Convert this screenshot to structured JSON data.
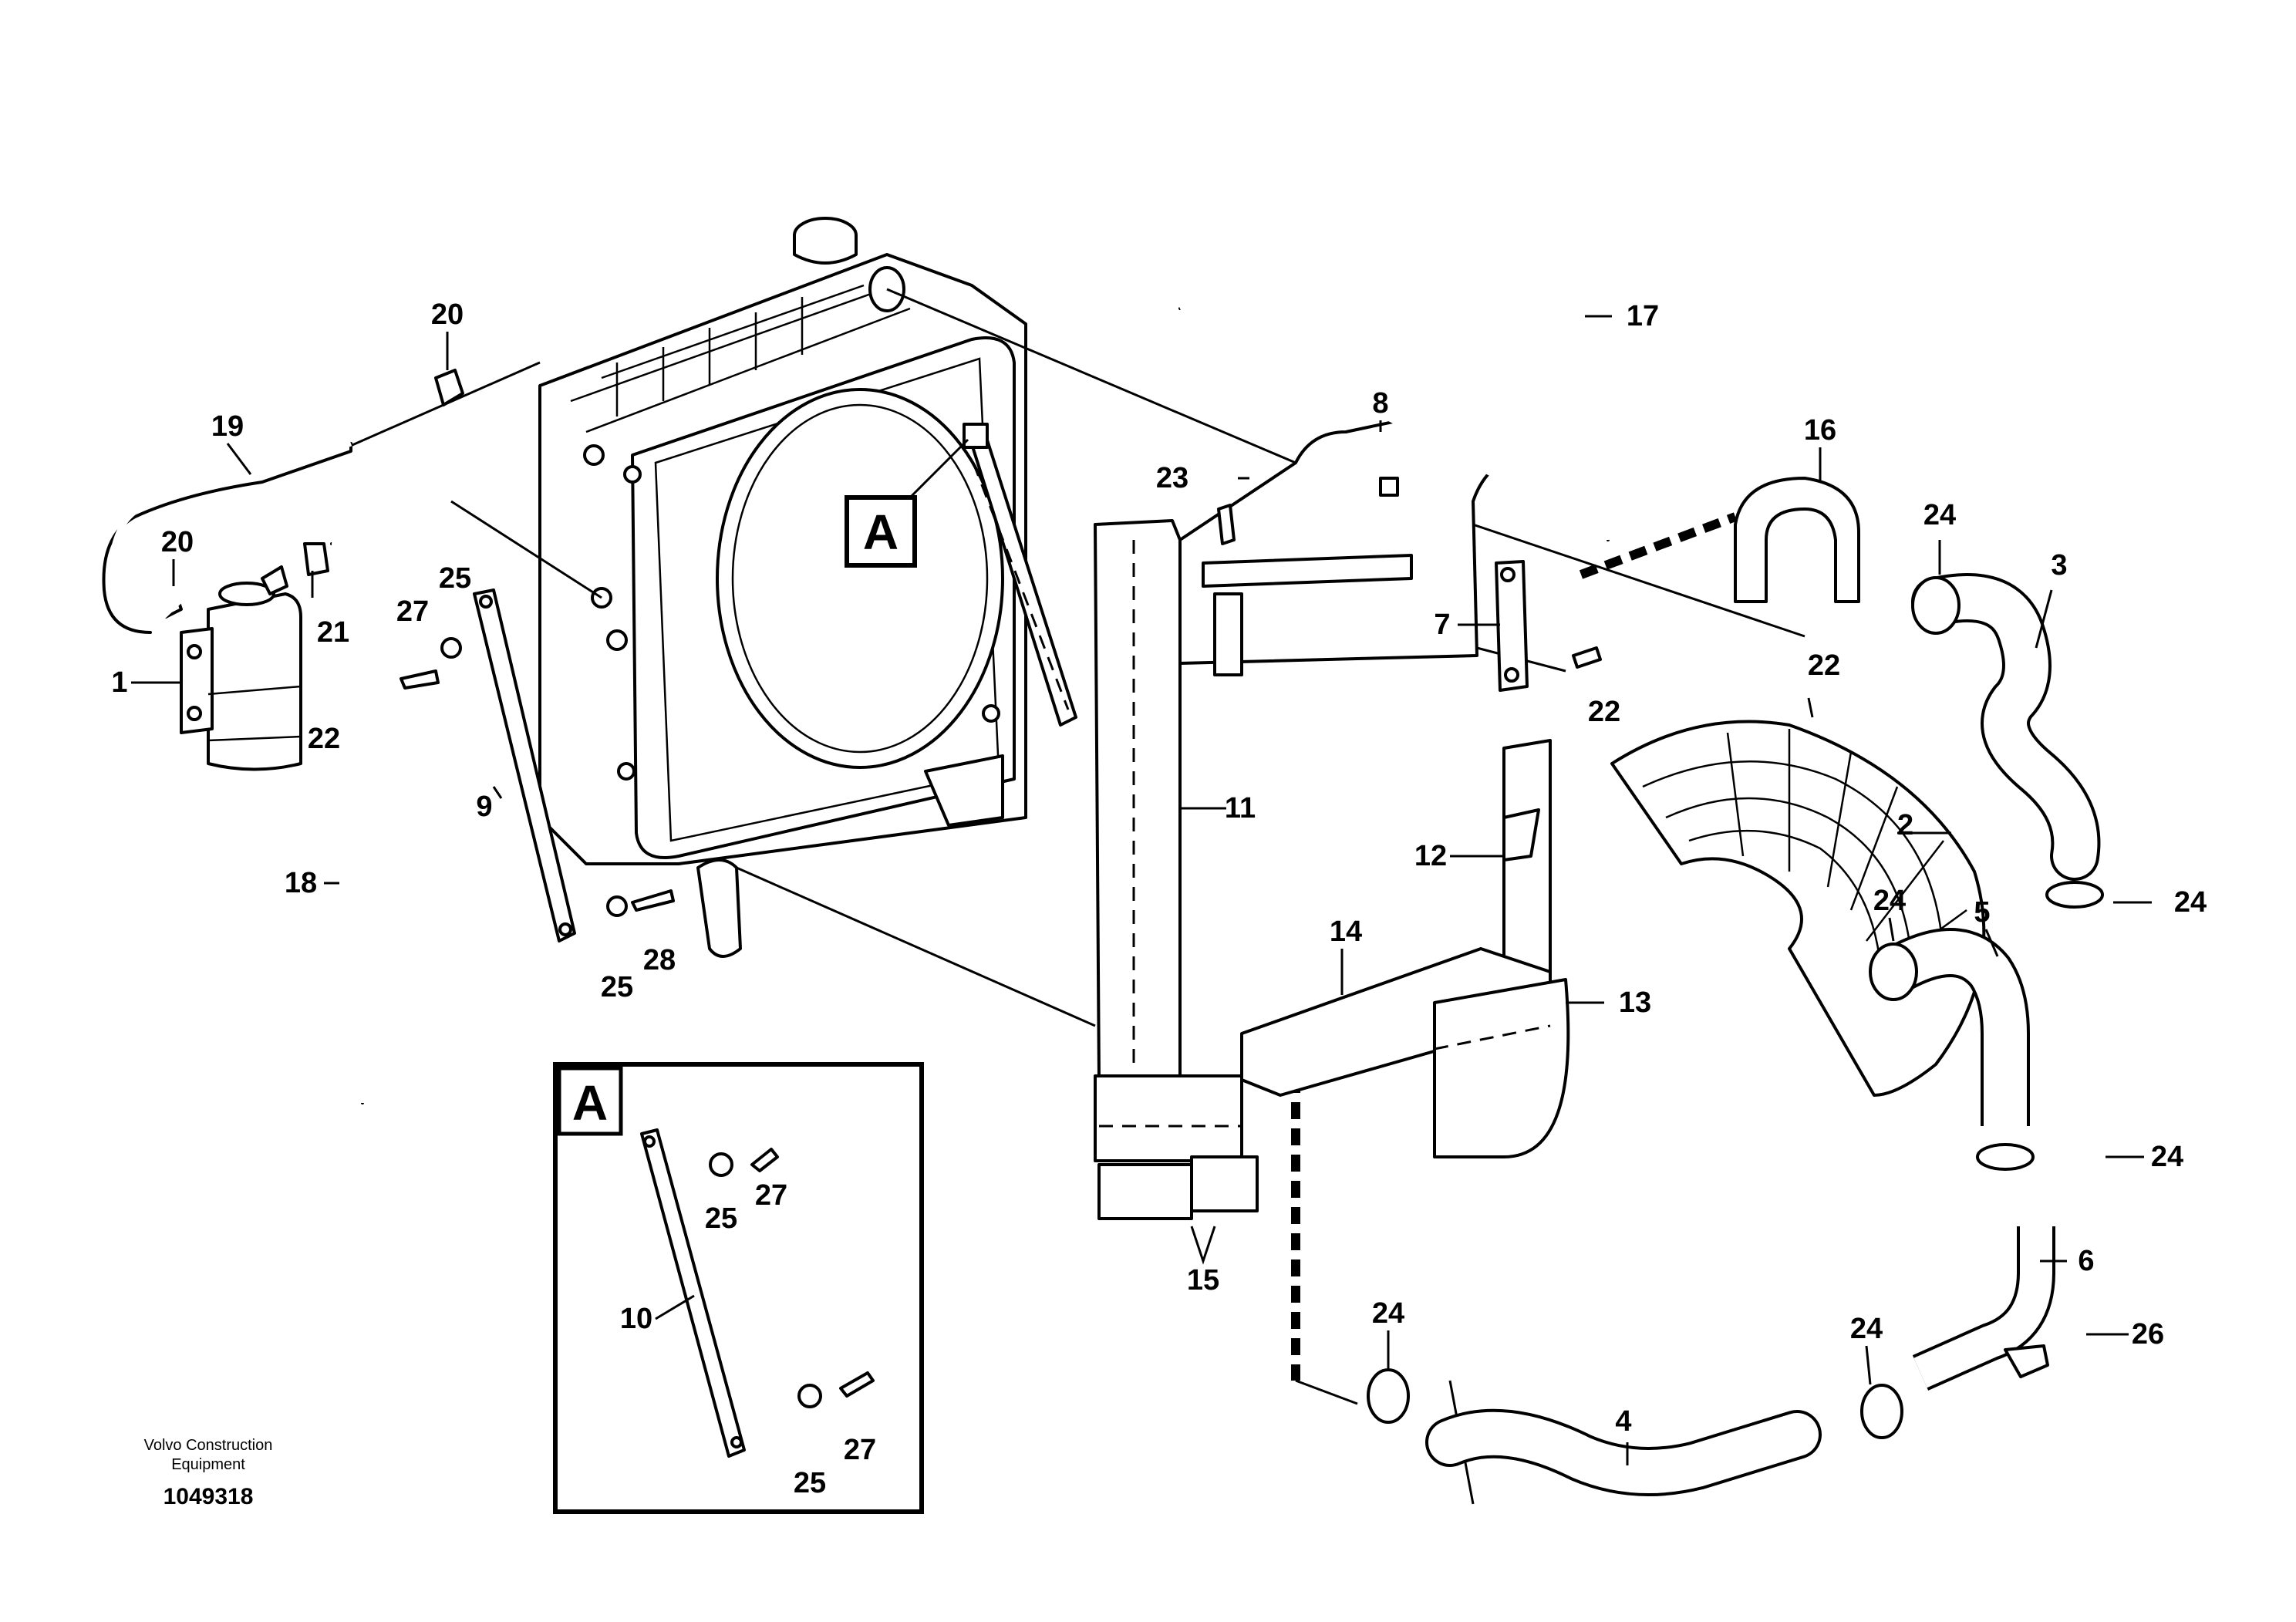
{
  "diagram": {
    "part_numbers": [
      "1",
      "2",
      "3",
      "4",
      "5",
      "6",
      "7",
      "8",
      "9",
      "10",
      "11",
      "12",
      "13",
      "14",
      "15",
      "16",
      "17",
      "18",
      "19",
      "20",
      "21",
      "22",
      "23",
      "24",
      "25",
      "26",
      "27",
      "28"
    ],
    "detail_marker": "A",
    "caption_line1": "Volvo Construction",
    "caption_line2": "Equipment",
    "drawing_number": "1049318"
  }
}
